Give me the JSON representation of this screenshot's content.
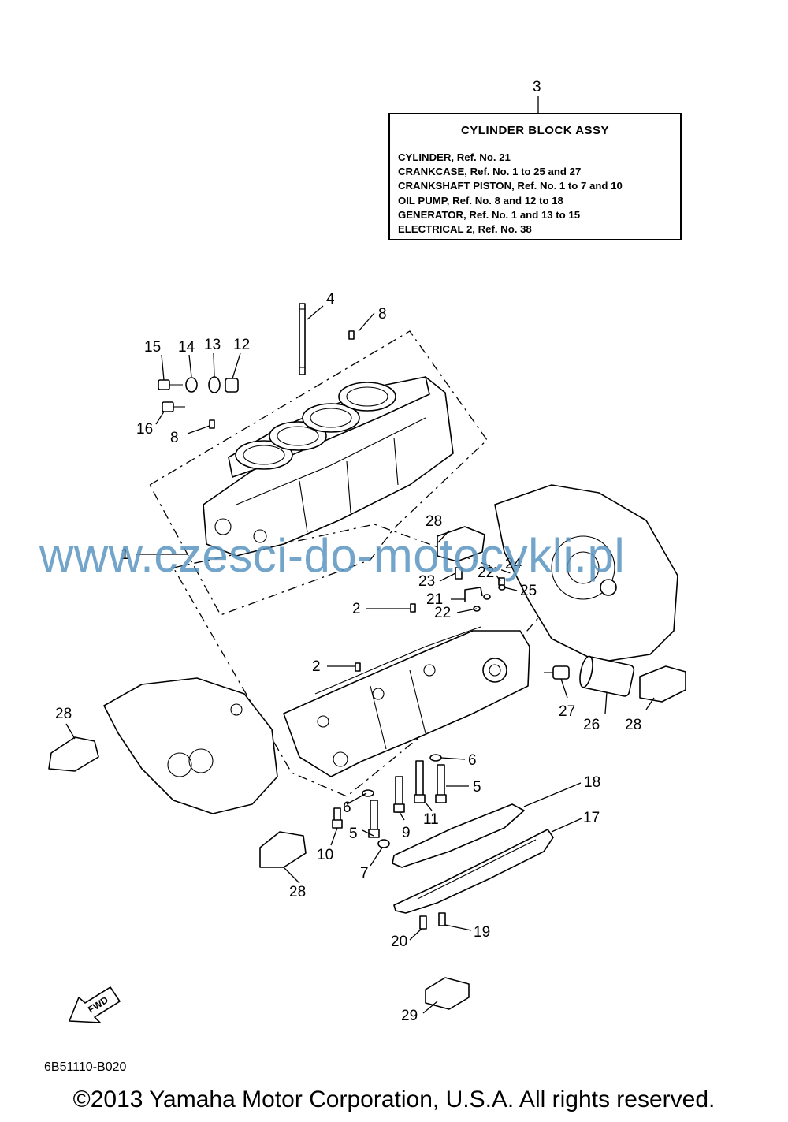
{
  "legend": {
    "ref_number": "3",
    "title": "CYLINDER BLOCK ASSY",
    "lines": [
      "CYLINDER, Ref. No. 21",
      "CRANKCASE, Ref. No. 1 to 25 and 27",
      "CRANKSHAFT PISTON, Ref. No. 1 to 7 and 10",
      "OIL PUMP, Ref. No. 8 and 12 to 18",
      "GENERATOR, Ref. No. 1 and 13 to 15",
      "ELECTRICAL 2, Ref. No. 38"
    ]
  },
  "callouts": {
    "c1": "1",
    "c2a": "2",
    "c2b": "2",
    "c4": "4",
    "c5a": "5",
    "c5b": "5",
    "c6a": "6",
    "c6b": "6",
    "c7": "7",
    "c8a": "8",
    "c8b": "8",
    "c9": "9",
    "c10": "10",
    "c11": "11",
    "c12": "12",
    "c13": "13",
    "c14": "14",
    "c15": "15",
    "c16": "16",
    "c17": "17",
    "c18": "18",
    "c19": "19",
    "c20": "20",
    "c21": "21",
    "c22a": "22",
    "c22b": "22",
    "c23": "23",
    "c24": "24",
    "c25": "25",
    "c26": "26",
    "c27": "27",
    "c28a": "28",
    "c28b": "28",
    "c28c": "28",
    "c28d": "28",
    "c29": "29"
  },
  "fwd_label": "FWD",
  "diagram_code": "6B51110-B020",
  "watermark": "www.czesci-do-motocykli.pl",
  "copyright": "©2013 Yamaha Motor Corporation, U.S.A. All rights reserved."
}
